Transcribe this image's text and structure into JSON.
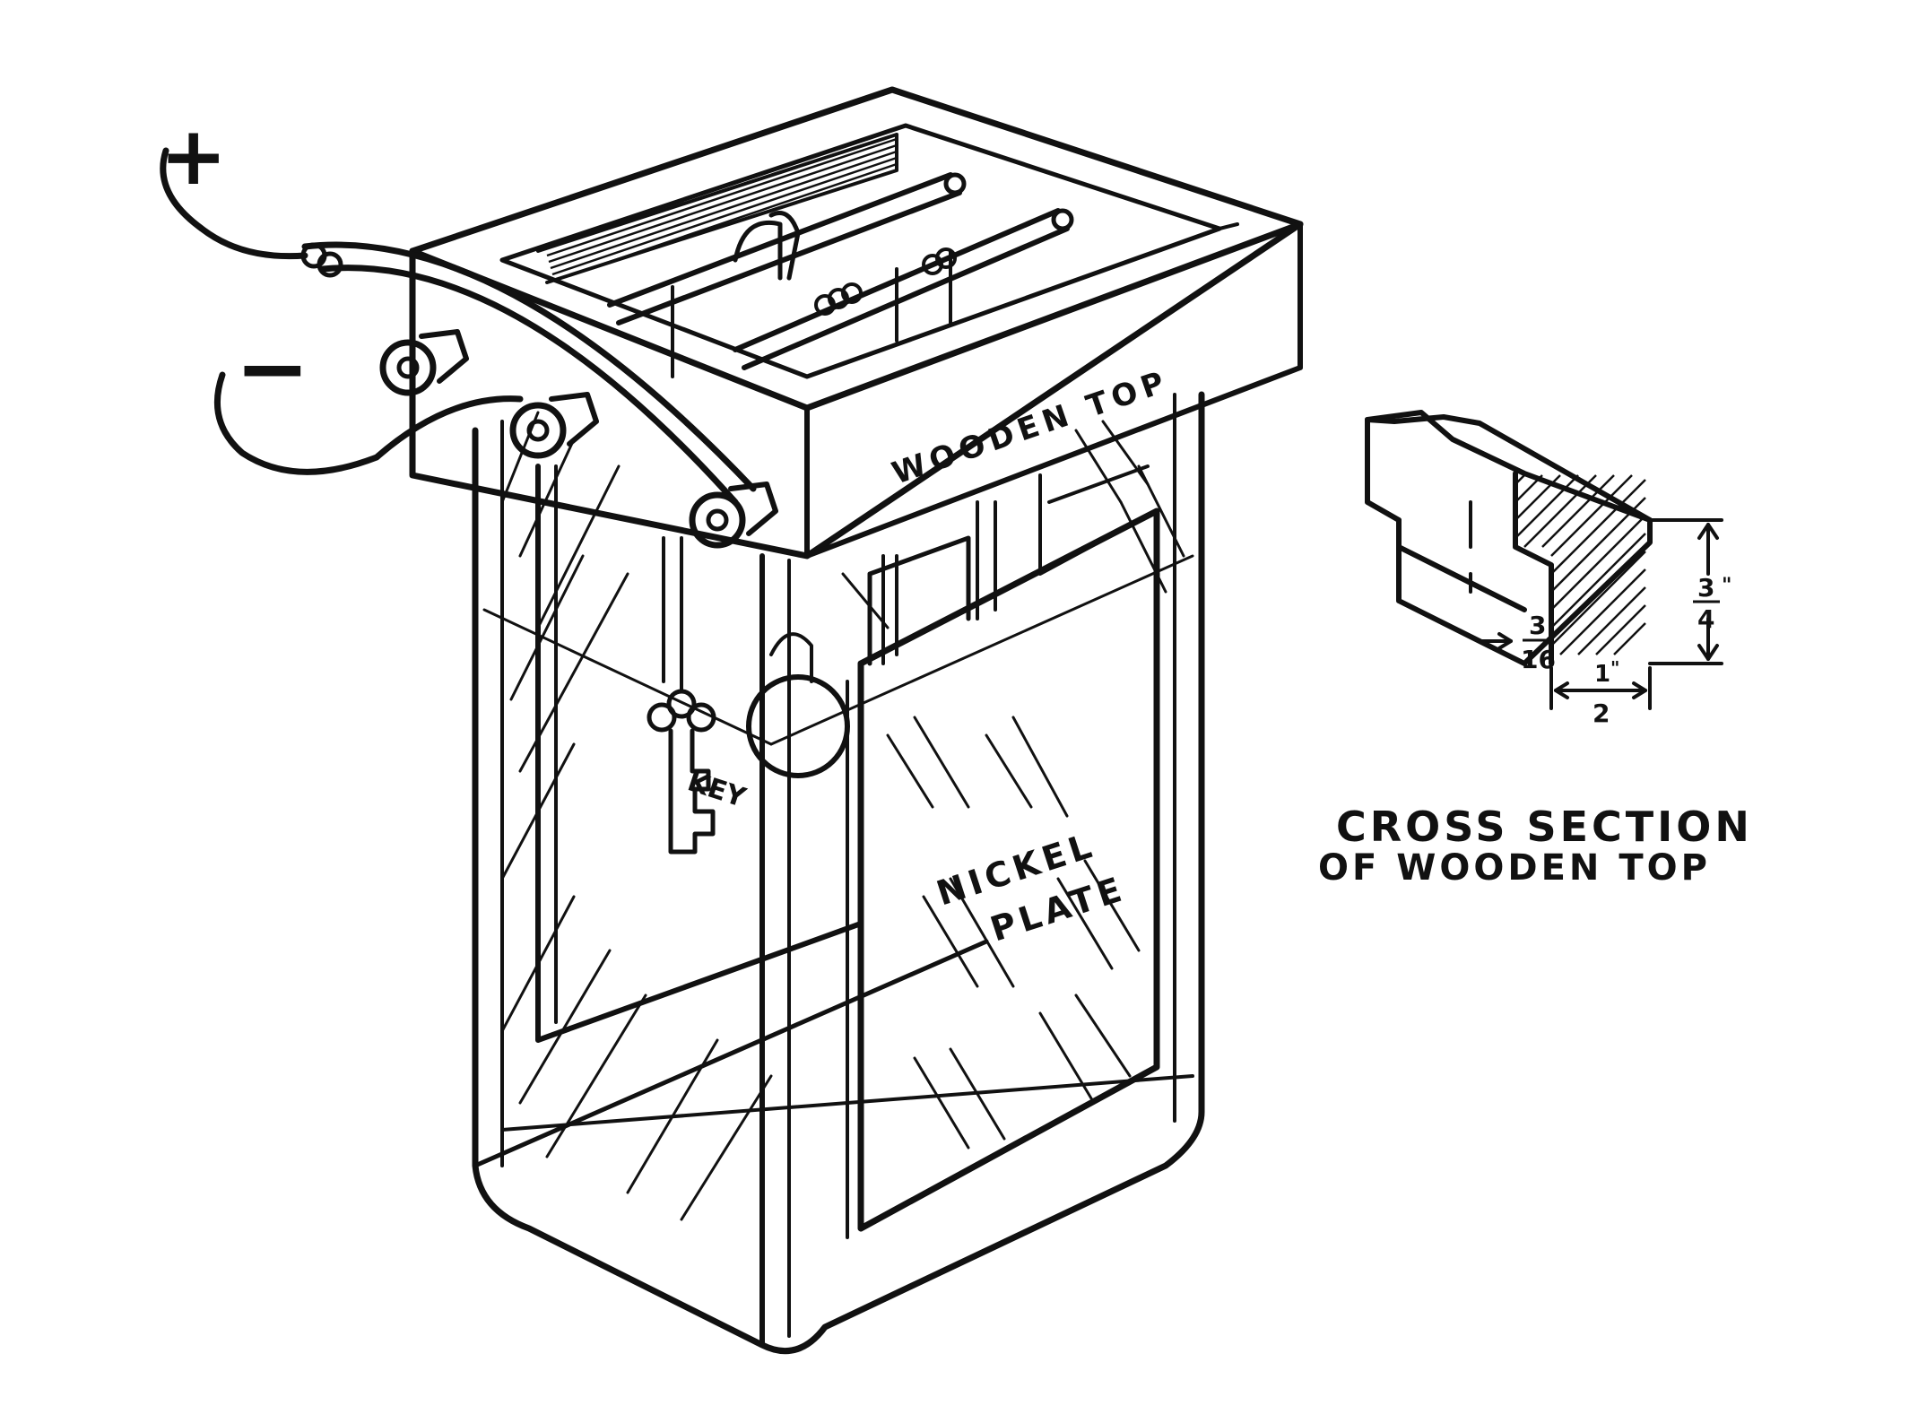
{
  "labels": {
    "plus": "+",
    "minus": "−",
    "wooden_top": "WOODEN TOP",
    "key": "KEY",
    "nickel_plate_line1": "NICKEL",
    "nickel_plate_line2": "PLATE"
  },
  "cross_section": {
    "caption_line1": "CROSS SECTION",
    "caption_line2": "OF WOODEN TOP",
    "dim_left_fraction": {
      "num": "3",
      "den": "16",
      "unit": "\""
    },
    "dim_right_fraction": {
      "num": "3",
      "den": "4",
      "unit": "\""
    },
    "dim_bottom_fraction": {
      "num": "1",
      "den": "2",
      "unit": "\""
    }
  }
}
